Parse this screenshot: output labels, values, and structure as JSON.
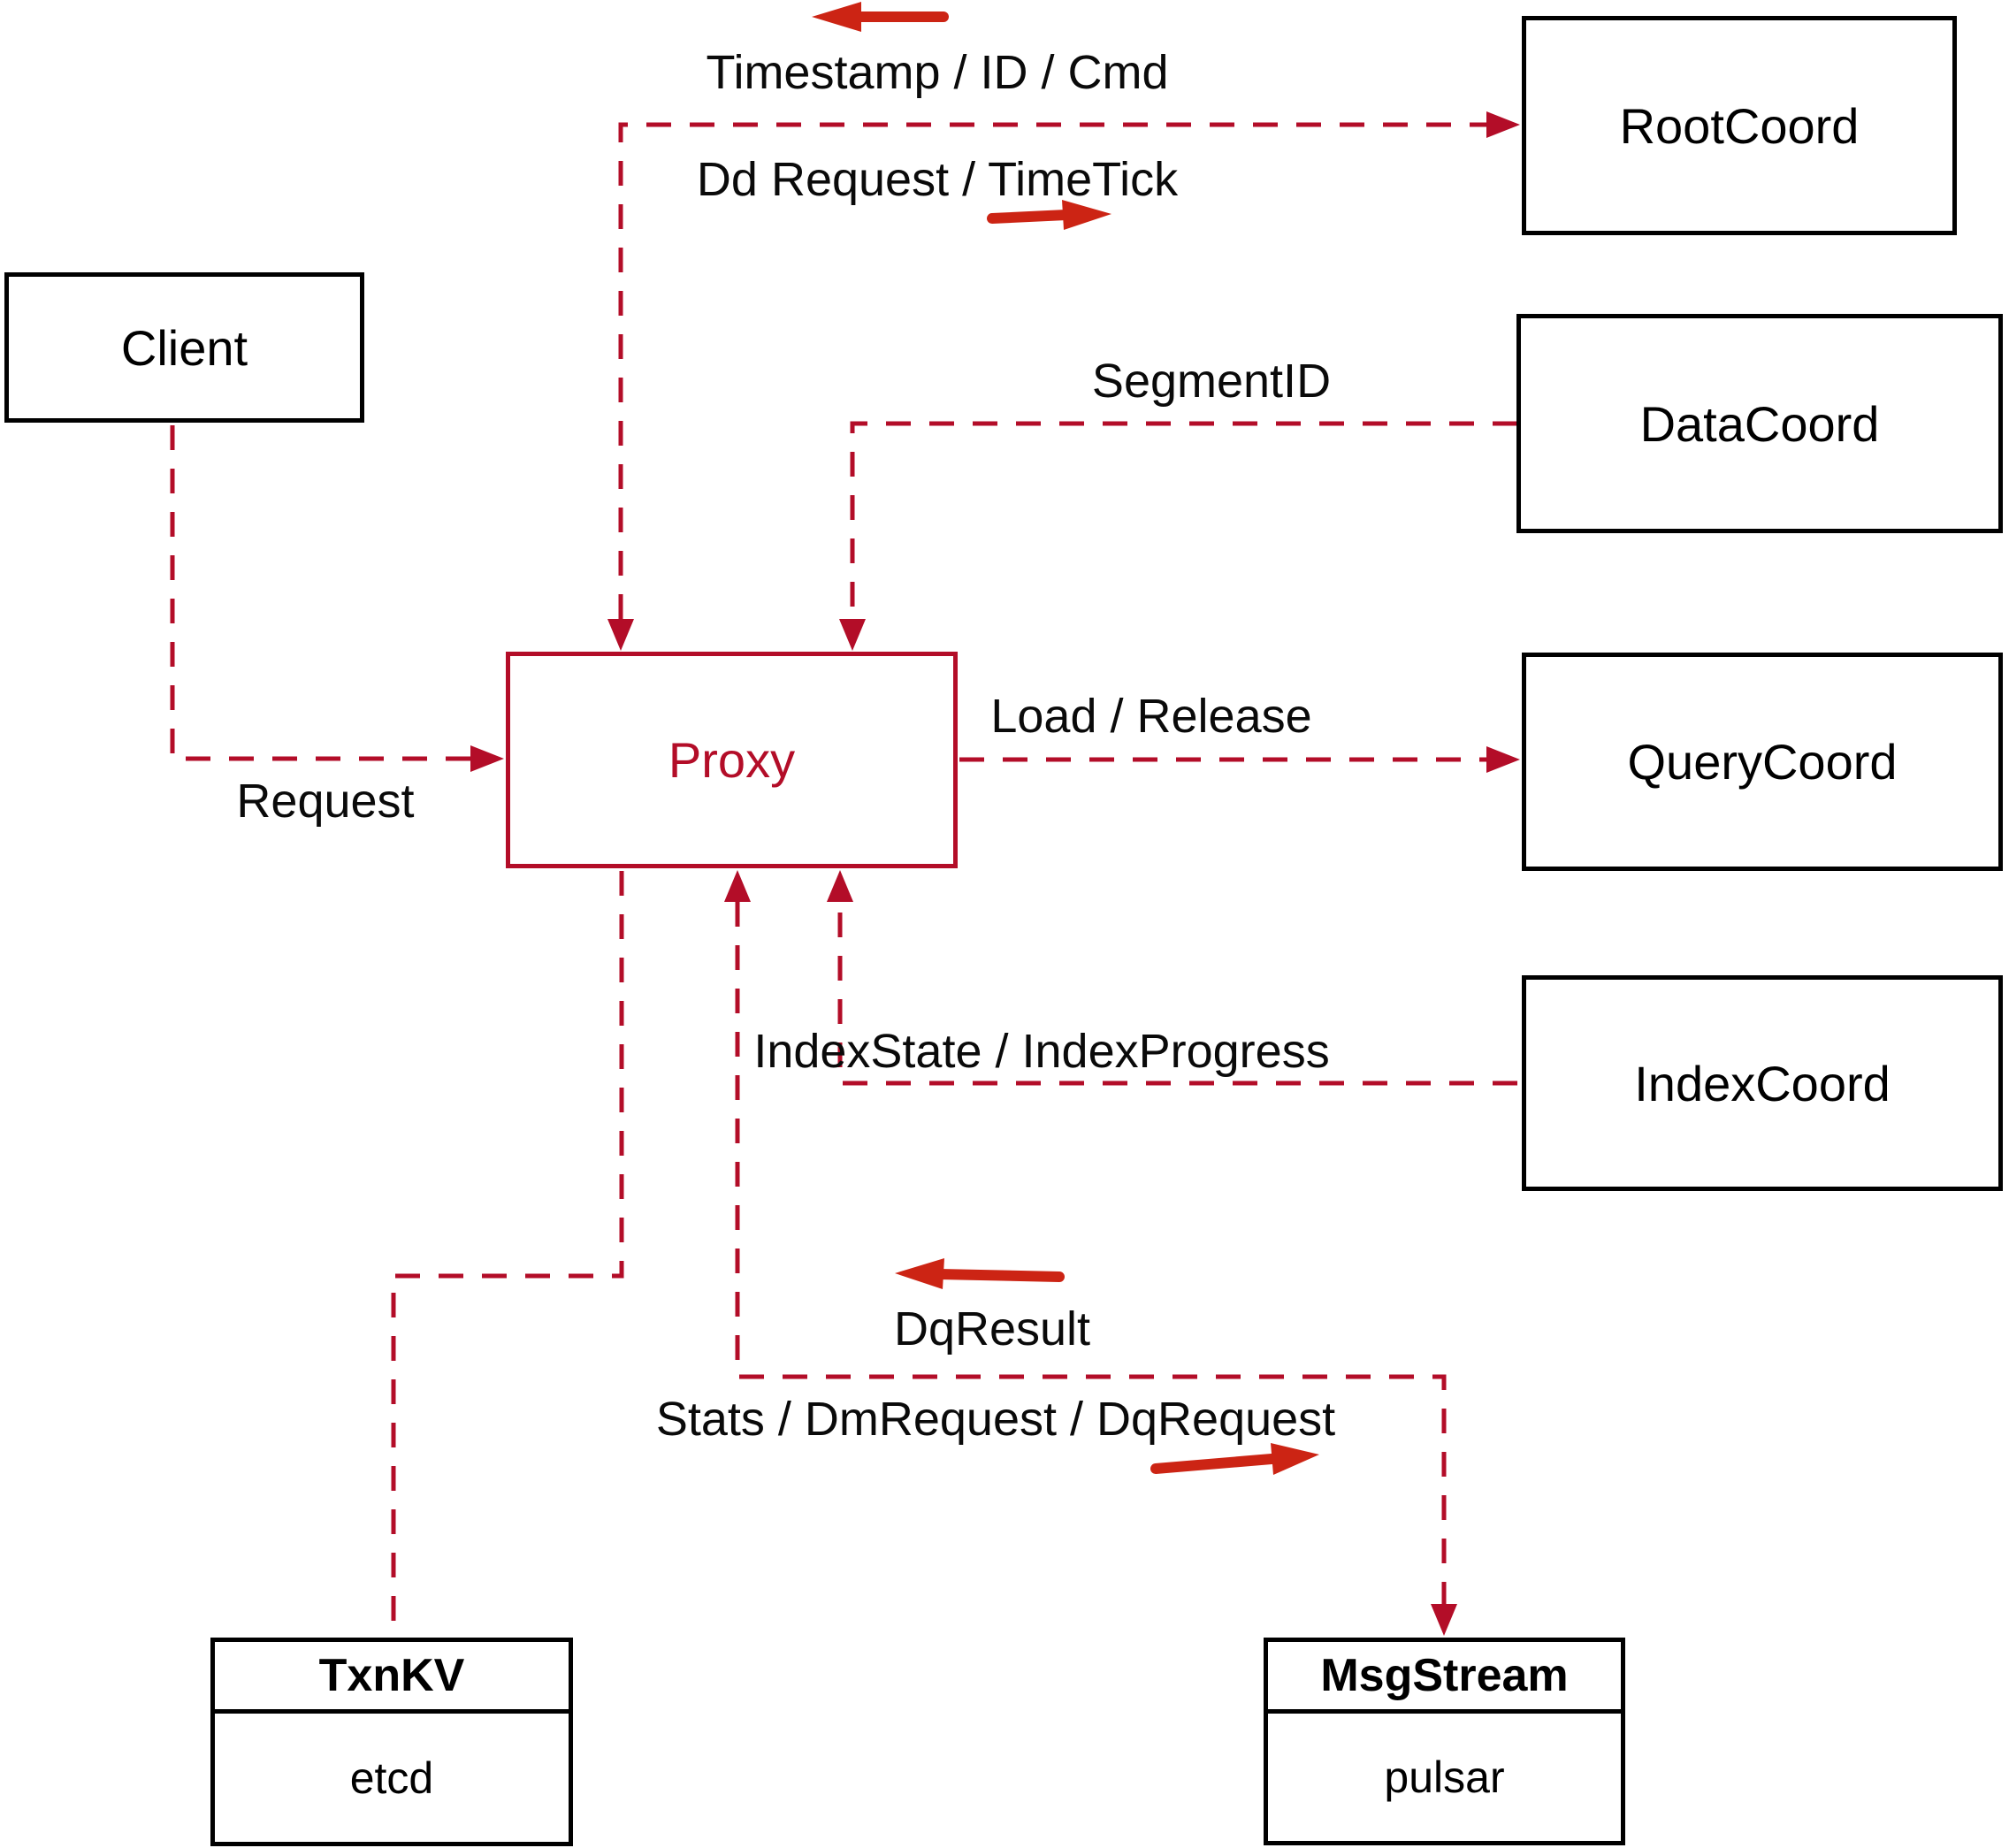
{
  "nodes": {
    "client": {
      "label": "Client"
    },
    "root_coord": {
      "label": "RootCoord"
    },
    "data_coord": {
      "label": "DataCoord"
    },
    "query_coord": {
      "label": "QueryCoord"
    },
    "index_coord": {
      "label": "IndexCoord"
    },
    "proxy": {
      "label": "Proxy"
    },
    "txn_kv": {
      "title": "TxnKV",
      "subtitle": "etcd"
    },
    "msg_stream": {
      "title": "MsgStream",
      "subtitle": "pulsar"
    }
  },
  "edge_labels": {
    "timestamp_id_cmd": "Timestamp / ID / Cmd",
    "dd_request_timetick": "Dd Request / TimeTick",
    "segment_id": "SegmentID",
    "request": "Request",
    "load_release": "Load / Release",
    "index_state_progress": "IndexState / IndexProgress",
    "dq_result": "DqResult",
    "stats_dm_dq": "Stats / DmRequest / DqRequest"
  },
  "colors": {
    "dashed_line_red": "#b30d28",
    "solid_arrow_red": "#cc2414",
    "box_border_black": "#000000",
    "text_black": "#0a0a0a",
    "background": "#ffffff"
  }
}
